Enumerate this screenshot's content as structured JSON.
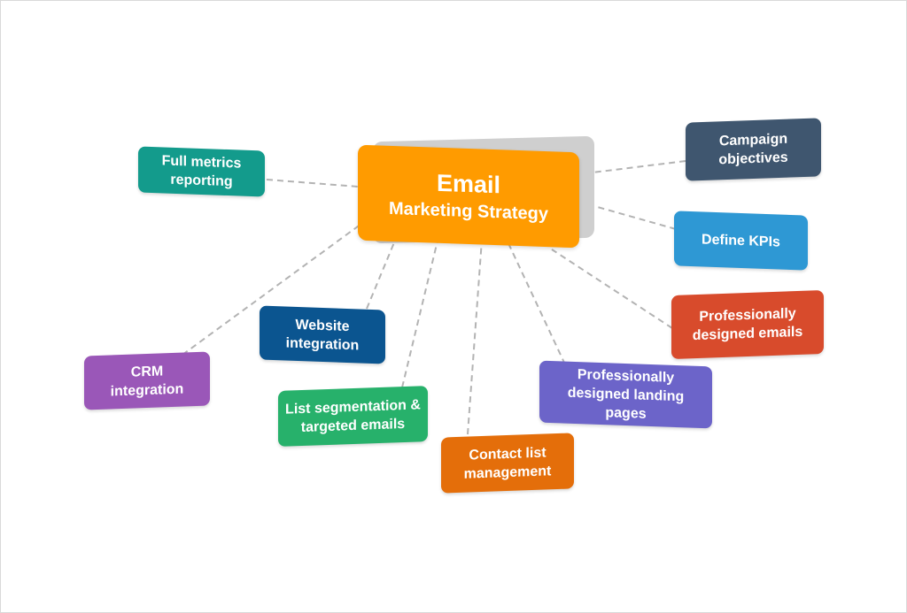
{
  "center": {
    "title": "Email",
    "subtitle": "Marketing Strategy",
    "color": "#ff9b00"
  },
  "nodes": {
    "full_metrics": {
      "label": "Full metrics\nreporting",
      "color": "#139b8c"
    },
    "crm": {
      "label": "CRM\nintegration",
      "color": "#9a57b8"
    },
    "website": {
      "label": "Website\nintegration",
      "color": "#0b5590"
    },
    "list_segmentation": {
      "label": "List segmentation &\ntargeted emails",
      "color": "#27b16b"
    },
    "contact_list": {
      "label": "Contact list\nmanagement",
      "color": "#e46e0a"
    },
    "landing_pages": {
      "label": "Professionally\ndesigned landing pages",
      "color": "#6c64c9"
    },
    "designed_emails": {
      "label": "Professionally\ndesigned emails",
      "color": "#d84b2c"
    },
    "define_kpis": {
      "label": "Define KPIs",
      "color": "#2e98d4"
    },
    "campaign_objectives": {
      "label": "Campaign\nobjectives",
      "color": "#3f566f"
    }
  },
  "connector_color": "#b3b3b3"
}
